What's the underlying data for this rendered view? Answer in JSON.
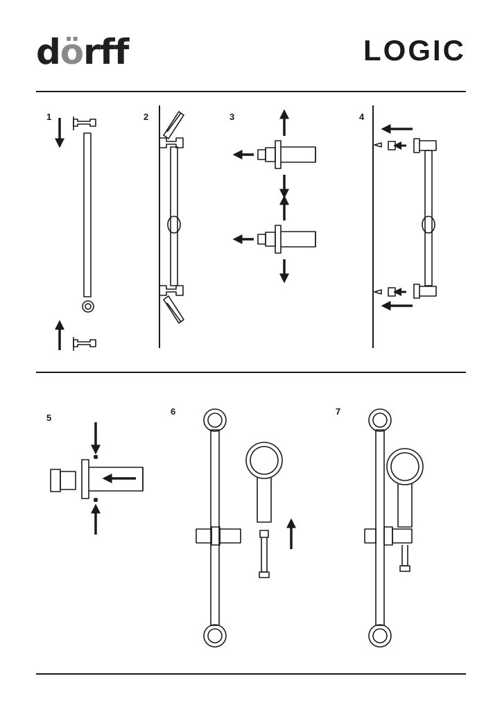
{
  "header": {
    "brand_logo": "dörff",
    "product_name": "LOGIC"
  },
  "steps": [
    "1",
    "2",
    "3",
    "4",
    "5",
    "6",
    "7"
  ],
  "colors": {
    "ink": "#1a1a1a",
    "logo_dot": "#8a8a8a"
  }
}
